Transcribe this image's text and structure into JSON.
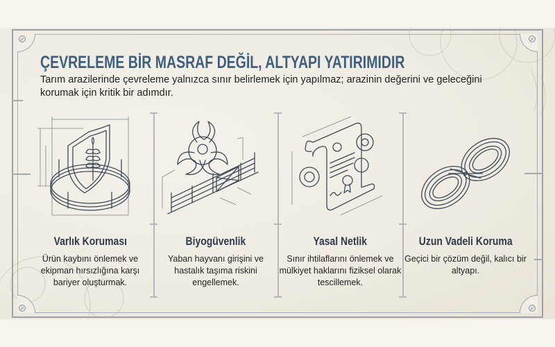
{
  "header": {
    "title": "ÇEVRELEME BİR MASRAF DEĞİL, ALTYAPI YATIRIMIDIR",
    "subtitle": "Tarım arazilerinde çevreleme yalnızca sınır belirlemek için yapılmaz; arazinin değerini ve geleceğini korumak için kritik bir adımdır."
  },
  "columns": [
    {
      "icon": "shield-wheat-fence-icon",
      "heading": "Varlık Koruması",
      "body": "Ürün kaybını önlemek ve ekipman hırsızlığına karşı bariyer oluşturmak."
    },
    {
      "icon": "biohazard-fence-icon",
      "heading": "Biyogüvenlik",
      "body": "Yaban hayvanı girişini ve hastalık taşıma riskini engellemek."
    },
    {
      "icon": "document-gears-icon",
      "heading": "Yasal Netlik",
      "body": "Sınır ihtilaflarını önlemek ve mülkiyet haklarını fiziksel olarak tescillemek."
    },
    {
      "icon": "infinity-fence-icon",
      "heading": "Uzun Vadeli Koruma",
      "body": "Geçici bir çözüm değil, kalıcı bir altyapı."
    }
  ],
  "colors": {
    "title": "#3f5f7e",
    "heading": "#2e3b4a",
    "body": "#222222",
    "background": "#f1eee7",
    "frame": "#9aa0a6"
  }
}
